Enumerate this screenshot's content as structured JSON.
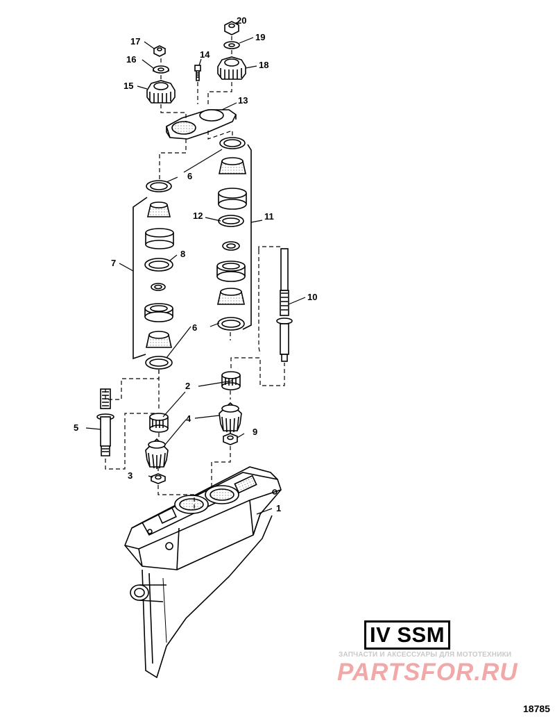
{
  "callouts": [
    {
      "id": "1",
      "label": "1"
    },
    {
      "id": "2",
      "label": "2"
    },
    {
      "id": "3",
      "label": "3"
    },
    {
      "id": "4",
      "label": "4"
    },
    {
      "id": "5",
      "label": "5"
    },
    {
      "id": "6a",
      "label": "6"
    },
    {
      "id": "6b",
      "label": "6"
    },
    {
      "id": "7",
      "label": "7"
    },
    {
      "id": "8",
      "label": "8"
    },
    {
      "id": "9",
      "label": "9"
    },
    {
      "id": "10",
      "label": "10"
    },
    {
      "id": "11",
      "label": "11"
    },
    {
      "id": "12",
      "label": "12"
    },
    {
      "id": "13",
      "label": "13"
    },
    {
      "id": "14",
      "label": "14"
    },
    {
      "id": "15",
      "label": "15"
    },
    {
      "id": "16",
      "label": "16"
    },
    {
      "id": "17",
      "label": "17"
    },
    {
      "id": "18",
      "label": "18"
    },
    {
      "id": "19",
      "label": "19"
    },
    {
      "id": "20",
      "label": "20"
    }
  ],
  "badge": {
    "text": "IV SSM"
  },
  "watermark": {
    "caption": "ЗАПЧАСТИ И АКСЕССУАРЫ ДЛЯ МОТОТЕХНИКИ",
    "logo": "PARTSFOR.RU"
  },
  "diagram_number": "18785"
}
